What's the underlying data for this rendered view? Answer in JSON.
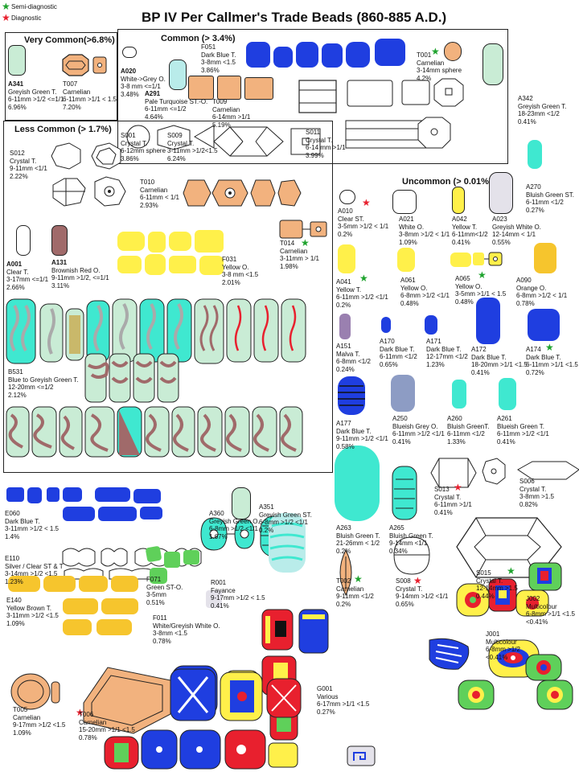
{
  "legend": {
    "semi": "Semi-diagnostic",
    "diag": "Diagnostic"
  },
  "title": "BP IV Per Callmer's Trade Beads (860-885 A.D.)",
  "sections": {
    "very_common": "Very Common(>6.8%)",
    "common": "Common (> 3.4%)",
    "less_common": "Less Common (> 1.7%)",
    "uncommon": "Uncommon (> 0.01%)"
  },
  "colors": {
    "blue": "#1f3ee0",
    "teal": "#3fe8d0",
    "yellow": "#fff04a",
    "carnelian": "#f2b27e",
    "brown": "#a06a6a",
    "greygreen": "#c9ecd5",
    "ochre": "#f6c52d",
    "red": "#e8202e",
    "green": "#5fd05a"
  },
  "beads": [
    {
      "id": "A341",
      "lines": [
        "Greyish Green T.",
        "6-11mm >1/2 <=1/1",
        "6.96%"
      ]
    },
    {
      "id": "T007",
      "lines": [
        "Carnelian",
        "6-11mm >1/1 < 1.5",
        "7.20%"
      ]
    },
    {
      "id": "A020",
      "lines": [
        "White->Grey O.",
        "3-8 mm <=1/1",
        "3.48%"
      ]
    },
    {
      "id": "A291",
      "lines": [
        "Pale Turquoise ST.-O.",
        "6-11mm <=1/2",
        "4.64%"
      ]
    },
    {
      "id": "F051",
      "lines": [
        "Dark Blue T.",
        "3-8mm <1.5",
        "3.86%"
      ]
    },
    {
      "id": "T009",
      "lines": [
        "Carnelian",
        "6-14mm >1/1",
        "5.19%"
      ]
    },
    {
      "id": "T001",
      "lines": [
        "Carnelian",
        "3-14mm sphere",
        "4.2%"
      ]
    },
    {
      "id": "S001",
      "lines": [
        "Crystal T.",
        "6-12mm sphere",
        "3.86%"
      ]
    },
    {
      "id": "S009",
      "lines": [
        "Crystal T.",
        "3-11mm >1/2<1.5",
        "6.24%"
      ]
    },
    {
      "id": "S011",
      "lines": [
        "Crystal T.",
        "6-14 mm >1/1",
        "3.99%"
      ]
    },
    {
      "id": "A342",
      "lines": [
        "Greyish Green T.",
        "18-23mm <1/2",
        "0.41%"
      ]
    },
    {
      "id": "S012",
      "lines": [
        "Crystal T.",
        "9-11mm <1/1",
        "2.22%"
      ]
    },
    {
      "id": "T010",
      "lines": [
        "Carnelian",
        "6-11mm < 1/1",
        "2.93%"
      ]
    },
    {
      "id": "A270",
      "lines": [
        "Bluish Green ST.",
        "6-11mm <1/2",
        "0.27%"
      ]
    },
    {
      "id": "A001",
      "lines": [
        "Clear T.",
        "3-17mm <=1/1",
        "2.66%"
      ]
    },
    {
      "id": "A131",
      "lines": [
        "Brownish Red O.",
        "9-11mm >1/2, <=1/1",
        "3.11%"
      ]
    },
    {
      "id": "F031",
      "lines": [
        "Yellow O.",
        "3-8 mm <1.5",
        "2.01%"
      ]
    },
    {
      "id": "T014",
      "lines": [
        "Carnelian",
        "3-11mm > 1/1",
        "1.98%"
      ]
    },
    {
      "id": "A010",
      "lines": [
        "Clear ST.",
        "3-5mm >1/2 < 1/1",
        "0.2%"
      ]
    },
    {
      "id": "A021",
      "lines": [
        "White O.",
        "3-8mm >1/2 < 1/1",
        "1.09%"
      ]
    },
    {
      "id": "A042",
      "lines": [
        "Yellow T.",
        "6-11mm<1/2",
        "0.41%"
      ]
    },
    {
      "id": "A023",
      "lines": [
        "Greyish White O.",
        "12-14mm < 1/1",
        "0.55%"
      ]
    },
    {
      "id": "A041",
      "lines": [
        "Yellow T.",
        "6-11mm >1/2 <1/1",
        "0.2%"
      ]
    },
    {
      "id": "A061",
      "lines": [
        "Yellow O.",
        "6-8mm >1/2 <1/1",
        "0.48%"
      ]
    },
    {
      "id": "A065",
      "lines": [
        "Yellow O.",
        "3-5mm >1/1 < 1.5",
        "0.48%"
      ]
    },
    {
      "id": "A090",
      "lines": [
        "Orange O.",
        "6-8mm >1/2 < 1/1",
        "0.78%"
      ]
    },
    {
      "id": "B531",
      "lines": [
        "Blue to Greyish Green T.",
        "12-20mm <=1/2",
        "2.12%"
      ]
    },
    {
      "id": "A151",
      "lines": [
        "Malva T.",
        "6-8mm <1/2",
        "0.24%"
      ]
    },
    {
      "id": "A170",
      "lines": [
        "Dark Blue T.",
        "6-11mm <1/2",
        "0.65%"
      ]
    },
    {
      "id": "A171",
      "lines": [
        "Dark Blue T.",
        "12-17mm <1/2",
        "1.23%"
      ]
    },
    {
      "id": "A172",
      "lines": [
        "Dark Blue T.",
        "18-20mm >1/1 <1.5",
        "0.41%"
      ]
    },
    {
      "id": "A174",
      "lines": [
        "Dark Blue T.",
        "6-11mm >1/1 <1.5",
        "0.72%"
      ]
    },
    {
      "id": "A177",
      "lines": [
        "Dark Blue T.",
        "9-11mm >1/2 <1/1",
        "0.58%"
      ]
    },
    {
      "id": "A250",
      "lines": [
        "Blueish Grey O.",
        "6-11mm >1/2 <1/1",
        "0.41%"
      ]
    },
    {
      "id": "A260",
      "lines": [
        "Bluish GreenT.",
        "6-11mm <1/2",
        "1.33%"
      ]
    },
    {
      "id": "A261",
      "lines": [
        "Blueish Green T.",
        "6-11mm >1/2 <1/1",
        "0.41%"
      ]
    },
    {
      "id": "S013",
      "lines": [
        "Crystal T.",
        "6-11mm >1/1",
        "0.41%"
      ]
    },
    {
      "id": "S006",
      "lines": [
        "Crystal T.",
        "3-8mm >1.5",
        "0.82%"
      ]
    },
    {
      "id": "E060",
      "lines": [
        "Dark Blue T.",
        "3-11mm >1/2 < 1.5",
        "1.4%"
      ]
    },
    {
      "id": "A360",
      "lines": [
        "Greyish Green O.",
        "6-8mm >1/2 <1/1",
        "1.67%"
      ]
    },
    {
      "id": "A351",
      "lines": [
        "Greyish Green ST.",
        "6-8mm >1/2 <1/1",
        "0.2%"
      ]
    },
    {
      "id": "E110",
      "lines": [
        "Silver / Clear ST & T",
        "3-14mm >1/2 <1.5",
        "1.23%"
      ]
    },
    {
      "id": "A263",
      "lines": [
        "Bluish Green T.",
        "21-26mm < 1/2",
        "0.2%"
      ]
    },
    {
      "id": "A265",
      "lines": [
        "Bluish Green T.",
        "9-14mm <1/1",
        "0.34%"
      ]
    },
    {
      "id": "F071",
      "lines": [
        "Green ST-O.",
        "3-5mm",
        "0.51%"
      ]
    },
    {
      "id": "R001",
      "lines": [
        "Fayance",
        "9-17mm >1/2 < 1.5",
        "0.41%"
      ]
    },
    {
      "id": "S015",
      "lines": [
        "Crystal T.",
        "12-14mm >1.5",
        "0.44%"
      ]
    },
    {
      "id": "E140",
      "lines": [
        "Yellow Brown T.",
        "3-11mm >1/2 <1.5",
        "1.09%"
      ]
    },
    {
      "id": "T002",
      "lines": [
        "Carnelian",
        "9-11mm <1/2",
        "0.2%"
      ]
    },
    {
      "id": "S008",
      "lines": [
        "Crystal T.",
        "9-14mm >1/2 <1/1",
        "0.65%"
      ]
    },
    {
      "id": "J002",
      "lines": [
        "Multicolour",
        "6-8mm >1/1 <1.5",
        "<0.41%"
      ]
    },
    {
      "id": "F011",
      "lines": [
        "White/Greyish White O.",
        "3-8mm <1.5",
        "0.78%"
      ]
    },
    {
      "id": "J001",
      "lines": [
        "Multicolour",
        "6-8mm >1/2",
        "<0.41%"
      ]
    },
    {
      "id": "G001",
      "lines": [
        "Various",
        "6-17mm >1/1 <1.5",
        "0.27%"
      ]
    },
    {
      "id": "T005",
      "lines": [
        "Carnelian",
        "9-17mm >1/2 <1.5",
        "1.09%"
      ]
    },
    {
      "id": "T006",
      "lines": [
        "Carnelian",
        "15-20mm >1/1 <1.5",
        "0.78%"
      ]
    }
  ]
}
